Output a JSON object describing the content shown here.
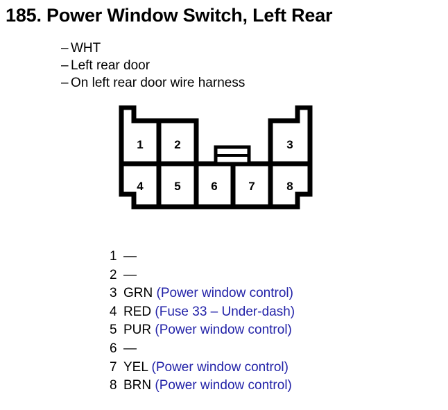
{
  "header": {
    "number": "185.",
    "title": "185. Power Window Switch, Left Rear",
    "subtitle_items": [
      {
        "marker": "–",
        "text": "WHT"
      },
      {
        "marker": "–",
        "text": "Left rear door"
      },
      {
        "marker": "–",
        "text": "On left rear door wire harness"
      }
    ]
  },
  "connector": {
    "name": "connector-pinout-diagram",
    "top_row_pins": [
      "1",
      "2",
      "3"
    ],
    "bottom_row_pins": [
      "4",
      "5",
      "6",
      "7",
      "8"
    ],
    "has_center_tab": true,
    "line_color": "#000000",
    "fill_color": "#ffffff"
  },
  "pin_legend": [
    {
      "number": "1",
      "wire_color": "—",
      "description": ""
    },
    {
      "number": "2",
      "wire_color": "—",
      "description": ""
    },
    {
      "number": "3",
      "wire_color": "GRN",
      "description": "(Power window control)"
    },
    {
      "number": "4",
      "wire_color": "RED",
      "description": "(Fuse 33 – Under-dash)"
    },
    {
      "number": "5",
      "wire_color": "PUR",
      "description": "(Power window control)"
    },
    {
      "number": "6",
      "wire_color": "—",
      "description": ""
    },
    {
      "number": "7",
      "wire_color": "YEL",
      "description": "(Power window control)"
    },
    {
      "number": "8",
      "wire_color": "BRN",
      "description": "(Power window control)"
    }
  ],
  "colors": {
    "text": "#000000",
    "description_blue": "#2222a8",
    "background": "#ffffff"
  }
}
